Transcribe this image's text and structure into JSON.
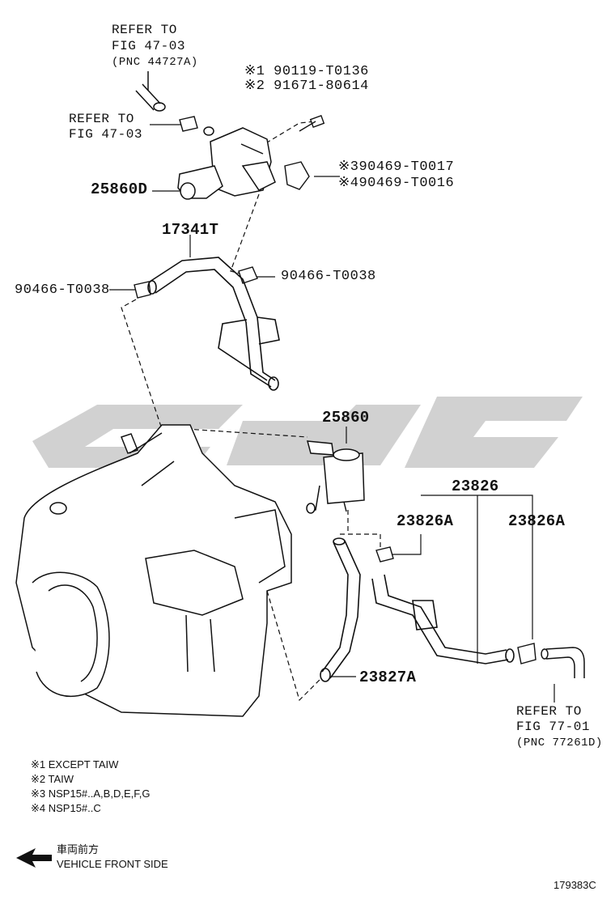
{
  "refs": {
    "top": [
      "REFER TO",
      "FIG 47-03",
      "(PNC 44727A)"
    ],
    "mid": [
      "REFER TO",
      "FIG 47-03"
    ],
    "bottom": [
      "REFER TO",
      "FIG 77-01",
      "(PNC 77261D)"
    ]
  },
  "parts": {
    "bolt_1": "※1 90119-T0136",
    "bolt_2": "※2 91671-80614",
    "clip_3": "※390469-T0017",
    "clip_4": "※490469-T0016",
    "valve_top": "25860D",
    "hose_top": "17341T",
    "clamp_left": "90466-T0038",
    "clamp_right": "90466-T0038",
    "valve_mid": "25860",
    "hose_assy": "23826",
    "clamp_a1": "23826A",
    "clamp_a2": "23826A",
    "hose_small": "23827A"
  },
  "notes": [
    "※1 EXCEPT TAIW",
    "※2 TAIW",
    "※3 NSP15#..A,B,D,E,F,G",
    "※4 NSP15#..C"
  ],
  "front": {
    "jp": "車両前方",
    "en": "VEHICLE FRONT SIDE"
  },
  "figure_id": "179383C"
}
